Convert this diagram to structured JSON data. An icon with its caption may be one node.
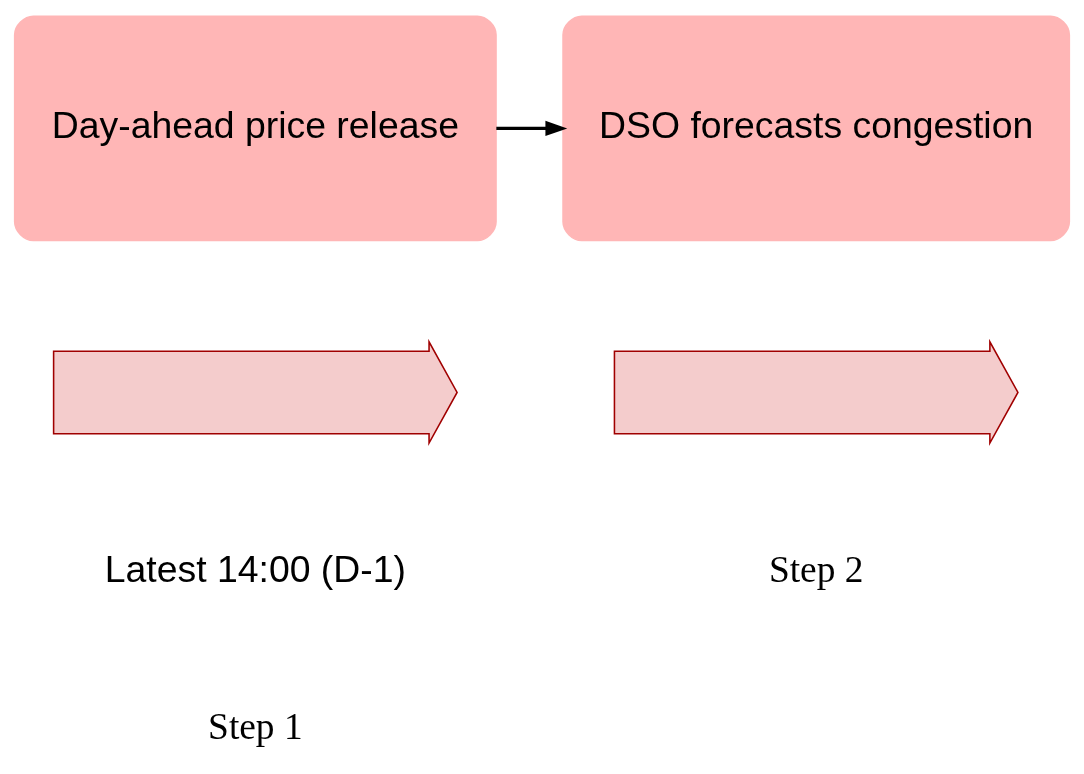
{
  "diagram": {
    "nodes": [
      {
        "text": [
          "Day-ahead price release"
        ]
      },
      {
        "text": [
          "DSO forecasts congestion"
        ]
      },
      {
        "text": [],
        "shape": "arrow",
        "beside": [
          "Latest 14:00 (D-1)",
          "Step 1"
        ]
      },
      {
        "text": [],
        "shape": "arrow",
        "beside": [
          "Step 2"
        ]
      }
    ],
    "edges": [
      {
        "from": 0,
        "to": 1,
        "arrow": "to"
      }
    ]
  }
}
